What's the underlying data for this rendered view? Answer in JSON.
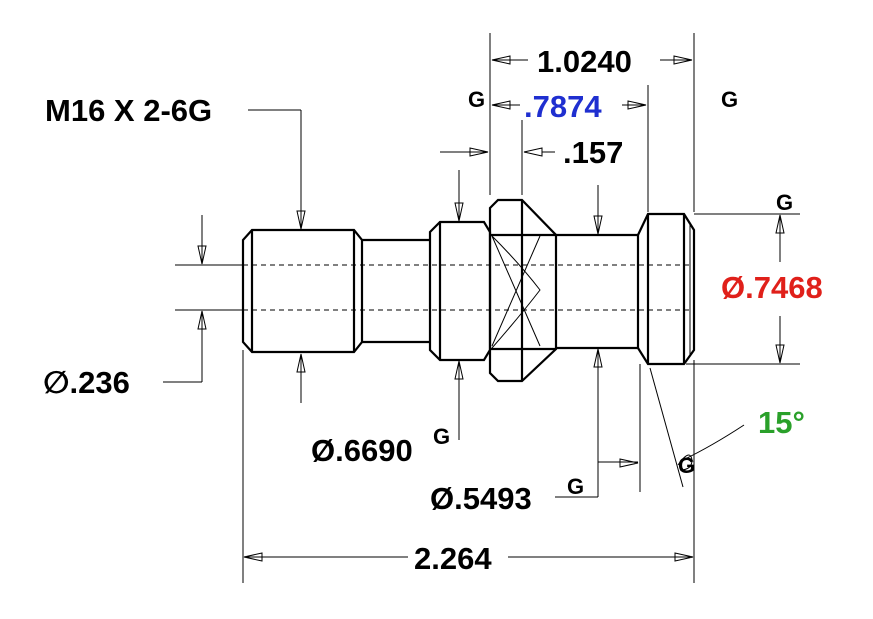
{
  "colors": {
    "line": "#000000",
    "blue_dimension": "#1f2fd0",
    "red_dimension": "#e0201a",
    "green_dimension": "#2aa02a"
  },
  "callouts": {
    "thread": "M16 X 2-6G",
    "bore_diameter": "∅.236",
    "collar_diameter": "Ø.6690",
    "collar_diameter_suffix": "G",
    "neck_diameter": "Ø.5493",
    "neck_diameter_suffix": "G",
    "head_diameter": "Ø.7468",
    "head_angle": "15°"
  },
  "dimensions": {
    "total_length": "2.264",
    "head_length": "1.0240",
    "flange_offset": ".7874",
    "flange_width": ".157",
    "gauge_marks": [
      "G",
      "G",
      "G",
      "G"
    ]
  }
}
